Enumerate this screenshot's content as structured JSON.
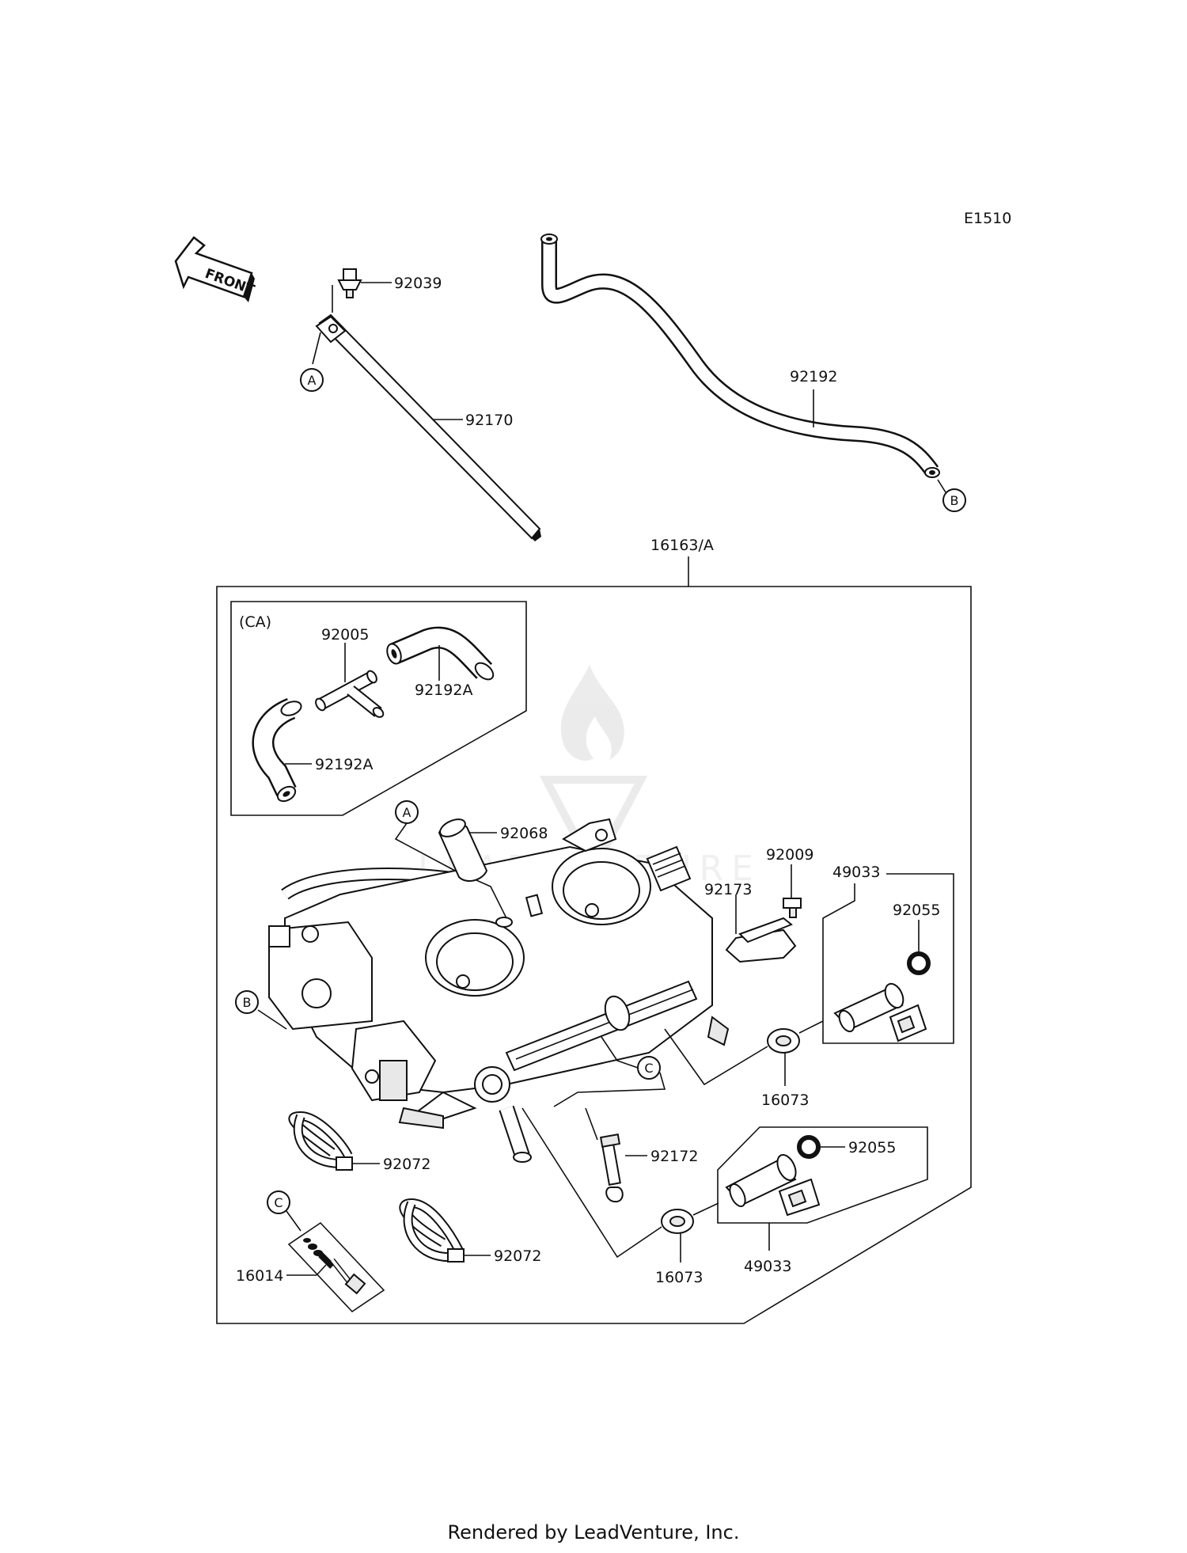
{
  "diagram_code": "E1510",
  "front_label": "FRONT",
  "ca_label": "(CA)",
  "refs": {
    "a": "A",
    "b": "B",
    "c": "C"
  },
  "parts": {
    "p92039": "92039",
    "p92170": "92170",
    "p92192": "92192",
    "p16163": "16163/A",
    "p92005": "92005",
    "p92192a_top": "92192A",
    "p92192a_bottom": "92192A",
    "p92068": "92068",
    "p92009": "92009",
    "p49033_right": "49033",
    "p92173": "92173",
    "p92055_right": "92055",
    "p16073_right": "16073",
    "p92072_upper": "92072",
    "p92172": "92172",
    "p92055_lower": "92055",
    "p92072_lower": "92072",
    "p16014": "16014",
    "p16073_lower": "16073",
    "p49033_lower": "49033"
  },
  "watermark": "LEADVENTURE",
  "credit": "Rendered by LeadVenture, Inc."
}
